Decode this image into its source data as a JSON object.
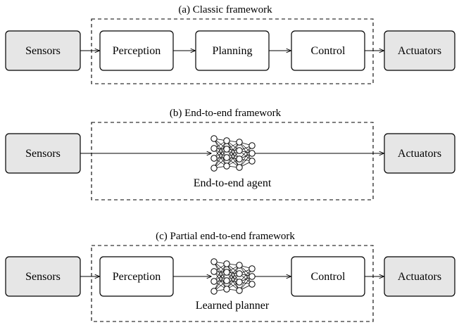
{
  "panel_a": {
    "caption": "(a) Classic framework",
    "sensors": "Sensors",
    "perception": "Perception",
    "planning": "Planning",
    "control": "Control",
    "actuators": "Actuators"
  },
  "panel_b": {
    "caption": "(b) End-to-end framework",
    "sensors": "Sensors",
    "agent": "End-to-end agent",
    "actuators": "Actuators"
  },
  "panel_c": {
    "caption": "(c) Partial end-to-end framework",
    "sensors": "Sensors",
    "perception": "Perception",
    "planner": "Learned planner",
    "control": "Control",
    "actuators": "Actuators"
  },
  "colors": {
    "io_box_fill": "#e6e6e6",
    "module_box_fill": "#ffffff",
    "stroke": "#000000"
  },
  "icons": {
    "neural_network": "neural-network-icon"
  }
}
